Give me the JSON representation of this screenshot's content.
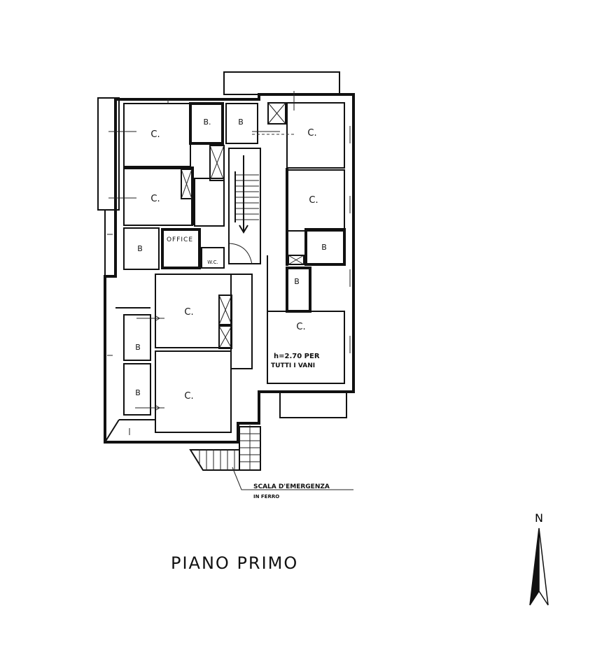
{
  "plan": {
    "title": "PIANO PRIMO",
    "north_label": "N",
    "height_note_line1": "h=2.70 PER",
    "height_note_line2": "TUTTI I VANI",
    "emergency_stair_line1": "SCALA D'EMERGENZA",
    "emergency_stair_line2": "IN FERRO",
    "rooms": [
      {
        "label": "C."
      },
      {
        "label": "B."
      },
      {
        "label": "B"
      },
      {
        "label": "C."
      },
      {
        "label": "C."
      },
      {
        "label": "C."
      },
      {
        "label": "B"
      },
      {
        "label": "OFFICE"
      },
      {
        "label": "W.C."
      },
      {
        "label": "B"
      },
      {
        "label": "B"
      },
      {
        "label": "C."
      },
      {
        "label": "C."
      },
      {
        "label": "B"
      },
      {
        "label": "B"
      },
      {
        "label": "C."
      }
    ]
  }
}
